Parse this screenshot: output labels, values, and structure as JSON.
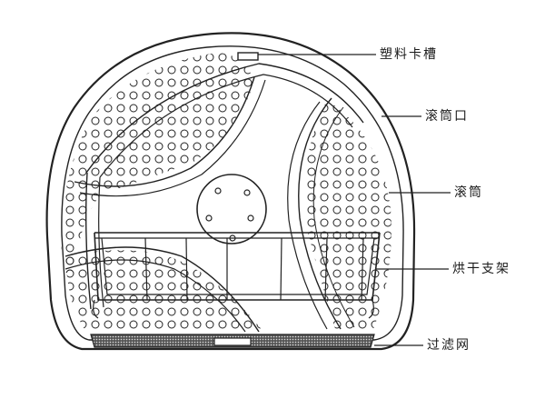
{
  "labels": [
    {
      "id": "plastic-slot",
      "text": "塑料卡槽"
    },
    {
      "id": "drum-opening",
      "text": "滚筒口"
    },
    {
      "id": "drum",
      "text": "滚筒"
    },
    {
      "id": "drying-rack",
      "text": "烘干支架"
    },
    {
      "id": "filter-screen",
      "text": "过滤网"
    }
  ],
  "colors": {
    "line": "#222222",
    "background": "#ffffff"
  }
}
